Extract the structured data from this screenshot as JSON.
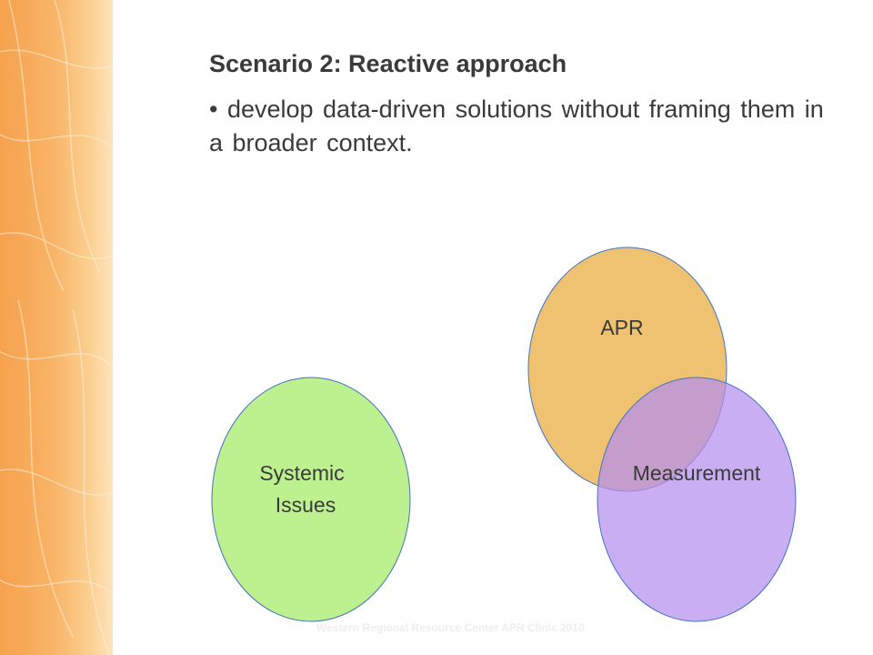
{
  "slide": {
    "title": "Scenario 2: Reactive approach",
    "bullet": "• develop data-driven solutions without framing them in a broader context.",
    "footer": "Western Regional Resource Center APR Clinic 2010"
  },
  "diagram": {
    "nodes": [
      {
        "id": "systemic",
        "line1": "Systemic",
        "line2": "Issues",
        "fill": "#bdf08f"
      },
      {
        "id": "apr",
        "label": "APR",
        "fill": "#eec270"
      },
      {
        "id": "measurement",
        "label": "Measurement",
        "fill": "#c4a8ee"
      }
    ],
    "outline_color": "#4472c4"
  }
}
